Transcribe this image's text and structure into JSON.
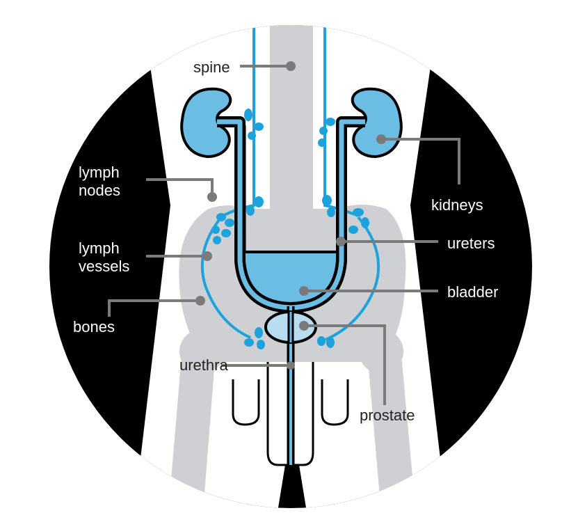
{
  "title": "Male urinary and lymphatic anatomy",
  "labels": {
    "spine": "spine",
    "lymph_nodes": [
      "lymph",
      "nodes"
    ],
    "lymph_vessels": [
      "lymph",
      "vessels"
    ],
    "bones": "bones",
    "kidneys": "kidneys",
    "ureters": "ureters",
    "bladder": "bladder",
    "urethra": "urethra",
    "prostate": "prostate"
  },
  "colors": {
    "organ": "#6cbde4",
    "prostate": "#b9ddf0",
    "vessel": "#1ea2dc",
    "bone": "#cfd0d4",
    "outline": "#000000",
    "leader": "#7a7a7a"
  }
}
